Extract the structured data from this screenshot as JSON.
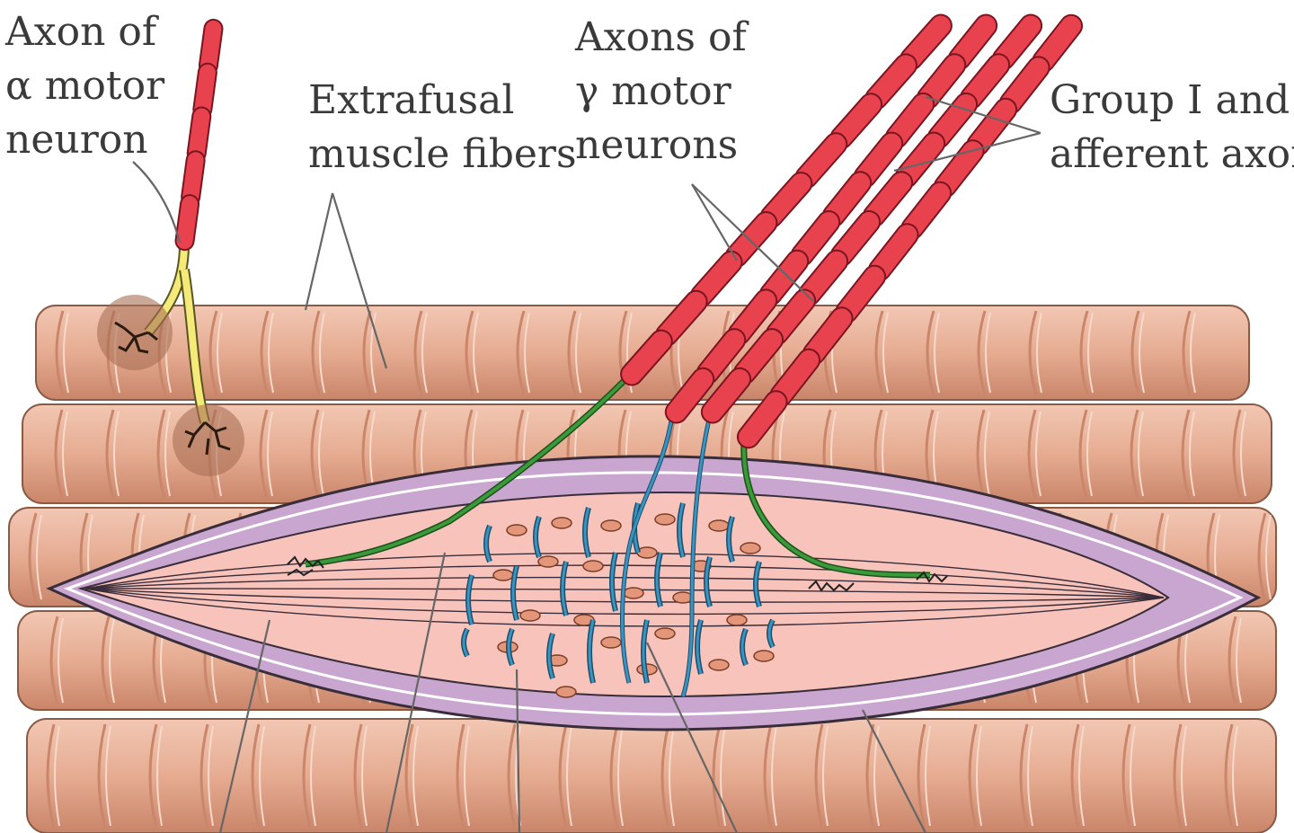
{
  "labels": {
    "alpha_axon": [
      "Axon of",
      "α motor",
      "neuron"
    ],
    "extrafusal": [
      "Extrafusal",
      "muscle fibers"
    ],
    "gamma_axons": [
      "Axons of",
      "γ motor",
      "neurons"
    ],
    "afferents": [
      "Group I and II",
      "afferent axons"
    ]
  },
  "colors": {
    "extrafusal_fiber": "#e3a88c",
    "fiber_band": "#c9866a",
    "capsule": "#c9a6cf",
    "spindle_interior": "#f7c3bb",
    "axon_red": "#e8424f",
    "alpha_branch": "#f4ea7a",
    "gamma_branch": "#2f7fa6",
    "afferent_green": "#2e7a2e",
    "nucleus": "#c9734f"
  }
}
